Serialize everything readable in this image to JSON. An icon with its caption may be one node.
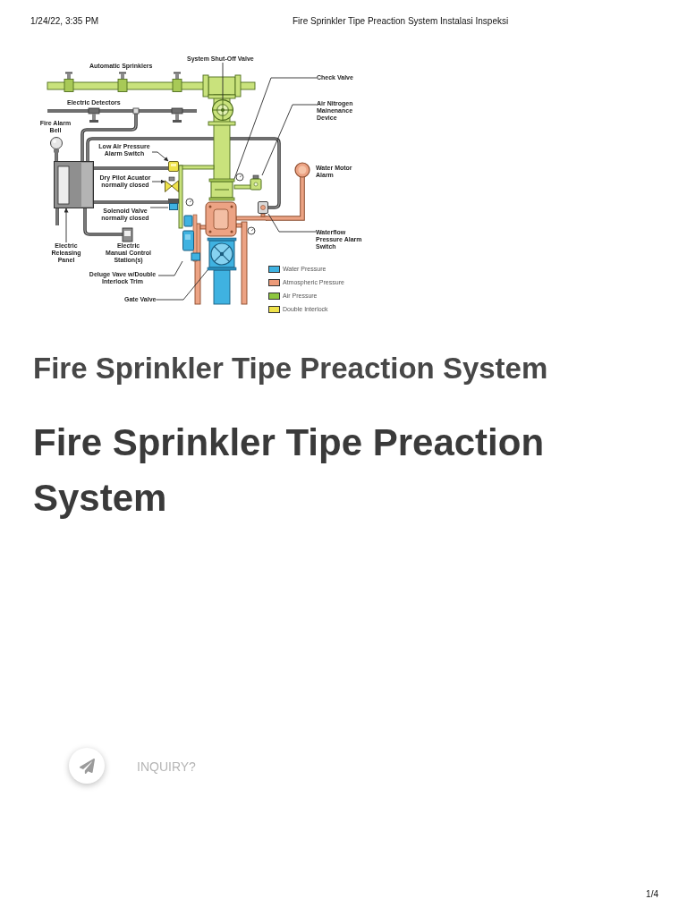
{
  "diagram": {
    "title": "Fire Sprinkler Tipe Preaction System",
    "nodes": [
      {
        "text": [
          "System Shut-Off Valve"
        ]
      },
      {
        "text": [
          "Check Valve"
        ]
      },
      {
        "text": [
          "Air Nitrogen Mainenance Device"
        ]
      },
      {
        "text": [
          "Low Air Pressure Alarm Switch"
        ]
      },
      {
        "text": [
          "Dry Pilot Acuator normally closed"
        ]
      },
      {
        "text": [
          "Solenoid Valve normally closed"
        ]
      },
      {
        "text": [
          "Waterflow Pressure Alarm Switch"
        ]
      },
      {
        "text": [
          "Electric Releasing Panel"
        ]
      },
      {
        "text": [
          "Deluge Vave w/Double Interlock Trim"
        ]
      },
      {
        "text": [
          "Gate Valve"
        ]
      },
      {
        "text": [],
        "shape": "picture"
      },
      {
        "text": [],
        "shape": "picture"
      },
      {
        "text": [],
        "shape": "picture"
      },
      {
        "text": [],
        "shape": "picture"
      },
      {
        "text": [],
        "shape": "picture"
      },
      {
        "text": [],
        "shape": "picture"
      },
      {
        "text": [],
        "shape": "picture"
      },
      {
        "text": [],
        "shape": "picture"
      },
      {
        "text": [],
        "shape": "picture"
      },
      {
        "text": [],
        "shape": "picture"
      }
    ],
    "edges": [
      {
        "from": 0,
        "to": 10,
        "arrow": "none"
      },
      {
        "from": 1,
        "to": 11,
        "arrow": "none"
      },
      {
        "from": 2,
        "to": 12,
        "arrow": "none"
      },
      {
        "from": 3,
        "to": 13,
        "arrow": "to"
      },
      {
        "from": 4,
        "to": 14,
        "arrow": "to"
      },
      {
        "from": 5,
        "to": 15,
        "arrow": "none"
      },
      {
        "from": 6,
        "to": 16,
        "arrow": "none"
      },
      {
        "from": 7,
        "to": 17,
        "arrow": "to"
      },
      {
        "from": 8,
        "to": 18,
        "arrow": "none"
      },
      {
        "from": 9,
        "to": 19,
        "arrow": "none"
      }
    ],
    "labels": [
      "1/24/22, 3:35 PM",
      "Fire Sprinkler Tipe Preaction System Instalasi Inspeksi",
      "Automatic Sprinklers",
      "Electric Detectors",
      "Fire Alarm Bell",
      "Water Motor Alarm",
      "Electric Manual Control Station(s)",
      "Fire Sprinkler Tipe Preaction System",
      "INQUIRY?",
      "1/4"
    ],
    "legend": [
      {
        "text": "Water Pressure",
        "color": "#3fb2e1"
      },
      {
        "text": "Atmospheric Pressure",
        "color": "#ec9a78"
      },
      {
        "text": "Air Pressure",
        "color": "#8dc63f"
      },
      {
        "text": "Double Interlock",
        "color": "#efe24a"
      }
    ]
  }
}
